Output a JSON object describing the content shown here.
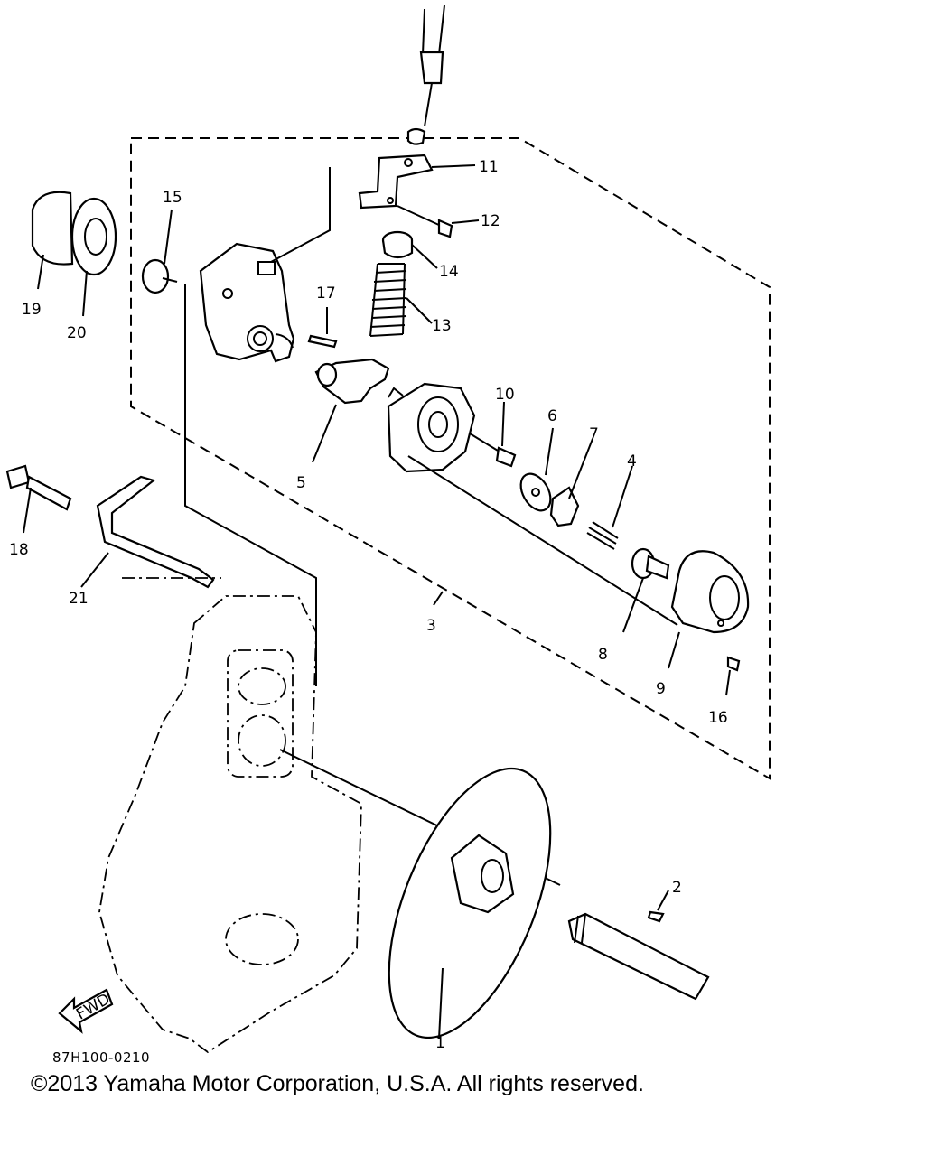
{
  "diagram": {
    "callouts": [
      "1",
      "2",
      "3",
      "4",
      "5",
      "6",
      "7",
      "8",
      "9",
      "10",
      "11",
      "12",
      "13",
      "14",
      "15",
      "16",
      "17",
      "18",
      "19",
      "20",
      "21"
    ],
    "drawing_code": "87H100-0210",
    "fwd_label": "FWD",
    "copyright": "©2013 Yamaha Motor Corporation, U.S.A. All rights reserved."
  }
}
